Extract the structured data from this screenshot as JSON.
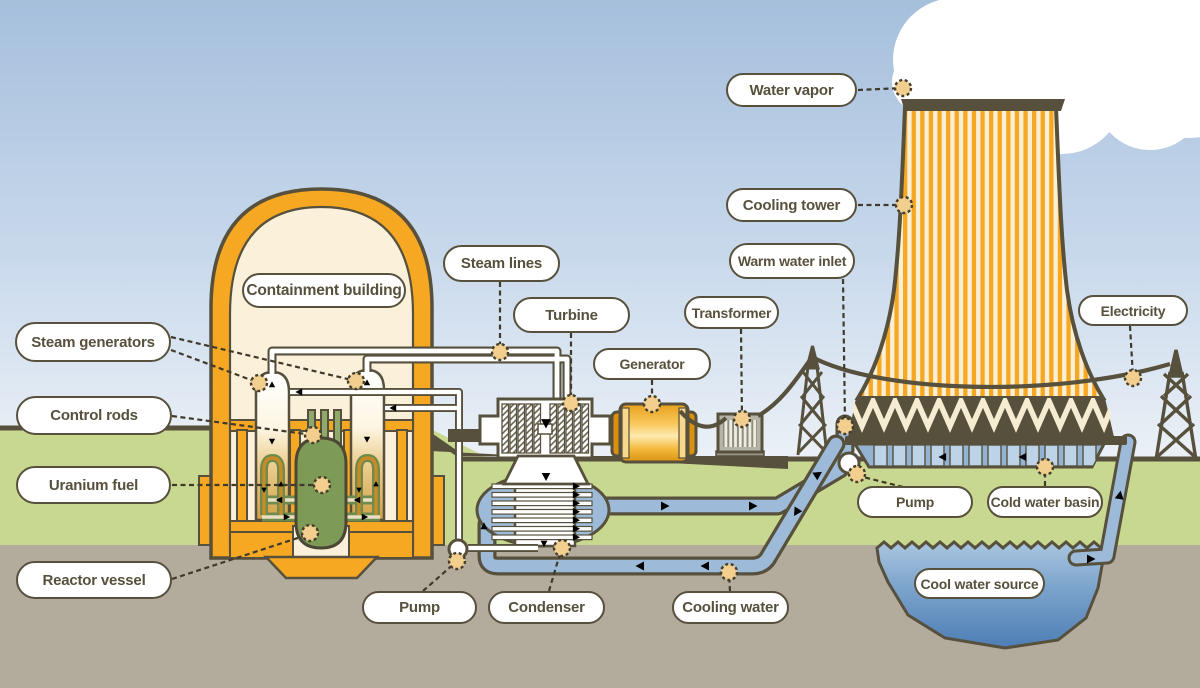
{
  "diagram": {
    "subject": "Nuclear power plant (pressurized water reactor) cutaway diagram",
    "labels": [
      {
        "id": "containment-building",
        "text": "Containment building"
      },
      {
        "id": "steam-generators",
        "text": "Steam generators"
      },
      {
        "id": "control-rods",
        "text": "Control rods"
      },
      {
        "id": "uranium-fuel",
        "text": "Uranium fuel"
      },
      {
        "id": "reactor-vessel",
        "text": "Reactor vessel"
      },
      {
        "id": "steam-lines",
        "text": "Steam lines"
      },
      {
        "id": "turbine",
        "text": "Turbine"
      },
      {
        "id": "generator",
        "text": "Generator"
      },
      {
        "id": "transformer",
        "text": "Transformer"
      },
      {
        "id": "pump-condensate",
        "text": "Pump"
      },
      {
        "id": "condenser",
        "text": "Condenser"
      },
      {
        "id": "cooling-water",
        "text": "Cooling water"
      },
      {
        "id": "water-vapor",
        "text": "Water vapor"
      },
      {
        "id": "cooling-tower",
        "text": "Cooling tower"
      },
      {
        "id": "warm-water-inlet",
        "text": "Warm water inlet"
      },
      {
        "id": "electricity",
        "text": "Electricity"
      },
      {
        "id": "pump-cooling",
        "text": "Pump"
      },
      {
        "id": "cold-water-basin",
        "text": "Cold water basin"
      },
      {
        "id": "cool-water-source",
        "text": "Cool water source"
      }
    ],
    "colors": {
      "outline": "#57503C",
      "containment_orange": "#F7A823",
      "interior_cream": "#FBF1DA",
      "grass": "#C9D890",
      "soil": "#B3AB9C",
      "sky_top": "#A5BFDC",
      "sky_bottom": "#EDF2F7",
      "cooling_water_blue": "#9DBBD8",
      "pond_blue": "#4D7EB5",
      "reactor_green": "#7D9A57",
      "generator_gold": "#F2AE24",
      "label_background": "#FFFFFF",
      "label_text": "#57503C",
      "connector_dot_fill": "#F3CF8F"
    }
  }
}
